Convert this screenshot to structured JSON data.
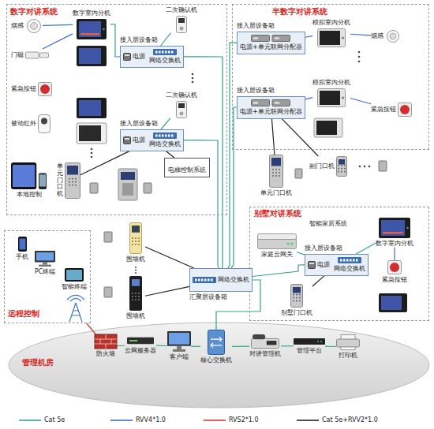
{
  "diagram": {
    "nodes": [
      {
        "text": [
          "数字对讲系统"
        ]
      },
      {
        "text": [
          "烟感"
        ],
        "in": 0
      },
      {
        "text": [
          "门磁"
        ],
        "in": 0
      },
      {
        "text": [
          "紧急按钮"
        ],
        "in": 0
      },
      {
        "text": [
          "被动红外"
        ],
        "in": 0
      },
      {
        "text": [
          "数字室内分机"
        ],
        "in": 0
      },
      {
        "text": [
          "二次确认机"
        ],
        "in": 0
      },
      {
        "text": [
          "接入层设备箱"
        ],
        "in": 0
      },
      {
        "text": [
          "电源"
        ],
        "in": 7
      },
      {
        "text": [
          "网络交换机"
        ],
        "in": 7
      },
      {
        "text": [
          "二次确认机"
        ],
        "in": 0
      },
      {
        "text": [
          "接入层设备箱"
        ],
        "in": 0
      },
      {
        "text": [
          "电源"
        ],
        "in": 11
      },
      {
        "text": [
          "网络交换机"
        ],
        "in": 11
      },
      {
        "text": [
          "电梯控制系统"
        ],
        "in": 0
      },
      {
        "text": [
          "本地控制"
        ],
        "in": 0
      },
      {
        "text": [
          "单元门口机"
        ],
        "in": 0
      },
      {
        "text": [
          "半数字对讲系统"
        ]
      },
      {
        "text": [
          "接入层设备箱"
        ],
        "in": 17
      },
      {
        "text": [
          "电源+单元联网分配器"
        ],
        "in": 18
      },
      {
        "text": [
          "模拟室内分机"
        ],
        "in": 17
      },
      {
        "text": [
          "烟感"
        ],
        "in": 17
      },
      {
        "text": [
          "接入层设备箱"
        ],
        "in": 17
      },
      {
        "text": [
          "电源+单元联网分配器"
        ],
        "in": 22
      },
      {
        "text": [
          "模拟室内分机"
        ],
        "in": 17
      },
      {
        "text": [
          "紧急按钮"
        ],
        "in": 17
      },
      {
        "text": [
          "单元门口机"
        ]
      },
      {
        "text": [
          "副门口机"
        ]
      },
      {
        "text": [
          "别墅对讲系统"
        ]
      },
      {
        "text": [
          "家庭云网关"
        ],
        "in": 28
      },
      {
        "text": [
          "接入层设备箱"
        ],
        "in": 28
      },
      {
        "text": [
          "电源"
        ],
        "in": 30
      },
      {
        "text": [
          "网络交换机"
        ],
        "in": 30
      },
      {
        "text": [
          "数字室内分机"
        ],
        "in": 28
      },
      {
        "text": [
          "紧急按钮"
        ],
        "in": 28
      },
      {
        "text": [
          "别墅门口机"
        ],
        "in": 28
      },
      {
        "text": [
          "远程控制"
        ]
      },
      {
        "text": [
          "手机"
        ],
        "in": 36
      },
      {
        "text": [
          "PC终端"
        ],
        "in": 36
      },
      {
        "text": [
          "智能终端"
        ],
        "in": 36
      },
      {
        "text": [
          "围墙机"
        ]
      },
      {
        "text": [
          "围墙机"
        ]
      },
      {
        "text": [
          "汇聚层设备箱"
        ]
      },
      {
        "text": [
          "网络交换机"
        ],
        "in": 42
      },
      {
        "text": [
          "管理机房"
        ]
      },
      {
        "text": [
          "防火墙"
        ],
        "in": 44
      },
      {
        "text": [
          "云网服务器"
        ],
        "in": 44
      },
      {
        "text": [
          "客户端"
        ],
        "in": 44
      },
      {
        "text": [
          "核心交换机"
        ],
        "in": 44
      },
      {
        "text": [
          "对讲管理机"
        ],
        "in": 44
      },
      {
        "text": [
          "管理平台"
        ],
        "in": 44
      },
      {
        "text": [
          "打印机"
        ],
        "in": 44
      }
    ],
    "edges": [
      {
        "from": 1,
        "to": 5,
        "arrow": "none"
      },
      {
        "from": 2,
        "to": 5,
        "arrow": "none"
      },
      {
        "from": 5,
        "to": 7,
        "arrow": "none"
      },
      {
        "from": 6,
        "to": 7,
        "arrow": "none"
      },
      {
        "from": 10,
        "to": 11,
        "arrow": "none"
      },
      {
        "from": 14,
        "to": 11,
        "arrow": "none"
      },
      {
        "from": 16,
        "to": 11,
        "arrow": "none"
      },
      {
        "from": 7,
        "to": 42,
        "arrow": "none"
      },
      {
        "from": 11,
        "to": 42,
        "arrow": "none"
      },
      {
        "from": 20,
        "to": 18,
        "arrow": "none"
      },
      {
        "from": 21,
        "to": 20,
        "arrow": "none"
      },
      {
        "from": 24,
        "to": 22,
        "arrow": "none"
      },
      {
        "from": 25,
        "to": 24,
        "arrow": "none"
      },
      {
        "from": 26,
        "to": 22,
        "arrow": "none"
      },
      {
        "from": 27,
        "to": 22,
        "arrow": "none"
      },
      {
        "from": 18,
        "to": 42,
        "arrow": "none"
      },
      {
        "from": 22,
        "to": 42,
        "arrow": "none"
      },
      {
        "from": 29,
        "to": 30,
        "arrow": "none"
      },
      {
        "from": 33,
        "to": 30,
        "arrow": "none"
      },
      {
        "from": 34,
        "to": 33,
        "arrow": "none"
      },
      {
        "from": 35,
        "to": 30,
        "arrow": "none"
      },
      {
        "from": 30,
        "to": 42,
        "arrow": "none"
      },
      {
        "from": 40,
        "to": 42,
        "arrow": "none"
      },
      {
        "from": 41,
        "to": 42,
        "arrow": "none"
      },
      {
        "from": 42,
        "to": 48,
        "arrow": "none"
      },
      {
        "from": 36,
        "to": 45,
        "arrow": "none"
      },
      {
        "from": 45,
        "to": 46,
        "arrow": "none"
      },
      {
        "from": 46,
        "to": 47,
        "arrow": "none"
      },
      {
        "from": 47,
        "to": 48,
        "arrow": "none"
      },
      {
        "from": 48,
        "to": 49,
        "arrow": "none"
      },
      {
        "from": 49,
        "to": 50,
        "arrow": "none"
      },
      {
        "from": 50,
        "to": 51,
        "arrow": "none"
      }
    ],
    "labels": [
      "智能家居系统"
    ],
    "legend": [
      {
        "text": "Cat 5e"
      },
      {
        "text": "RVV4*1.0"
      },
      {
        "text": "RVS2*1.0"
      },
      {
        "text": "Cat 5e+RVV2*1.0"
      }
    ]
  }
}
